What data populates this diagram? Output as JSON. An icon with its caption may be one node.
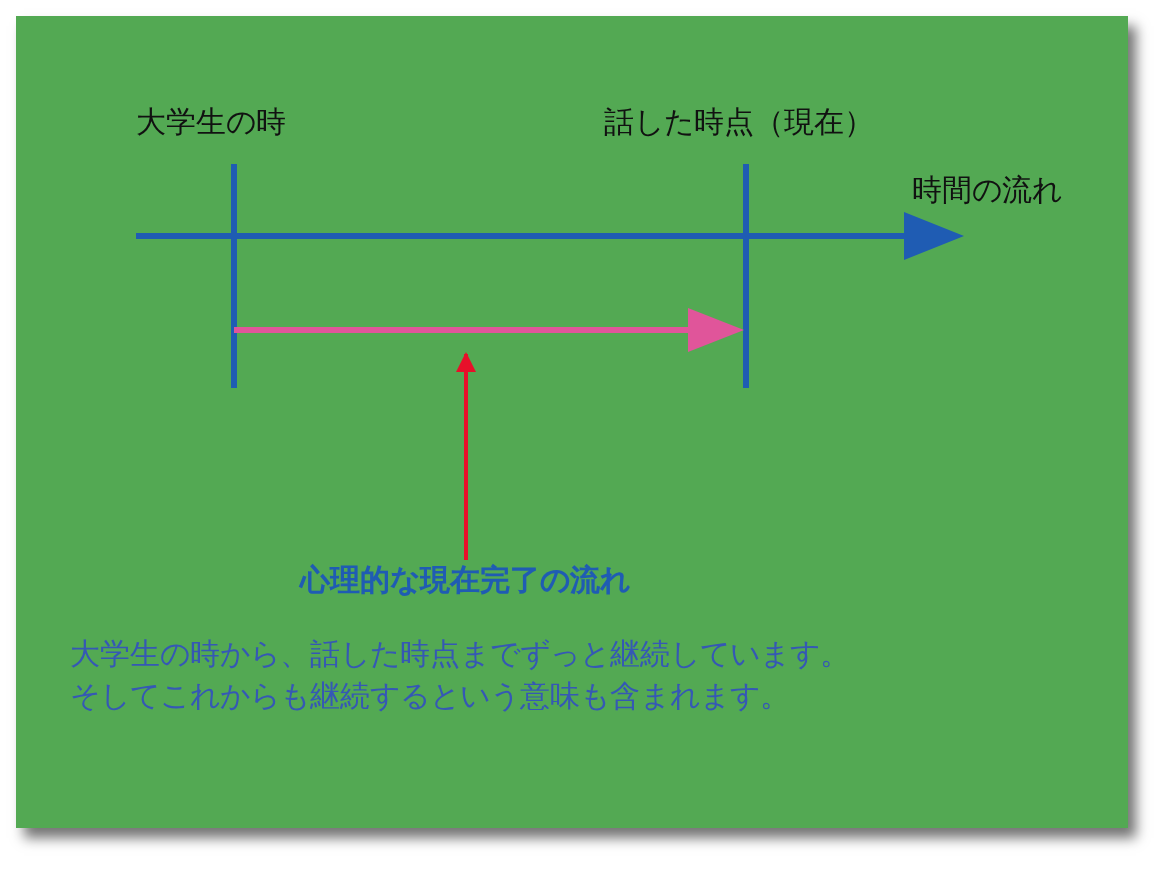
{
  "diagram": {
    "nodes": [
      {
        "text": [
          "心理的な現在完了の流れ"
        ]
      },
      {
        "text": [],
        "shape": "arrow"
      }
    ],
    "edges": [
      {
        "from": 0,
        "to": 1,
        "arrow": "to"
      }
    ],
    "labels": [
      "大学生の時",
      "話した時点（現在）",
      "時間の流れ",
      "大学生の時から、話した時点までずっと継続しています。そしてこれからも継続するという意味も含まれます。"
    ]
  }
}
